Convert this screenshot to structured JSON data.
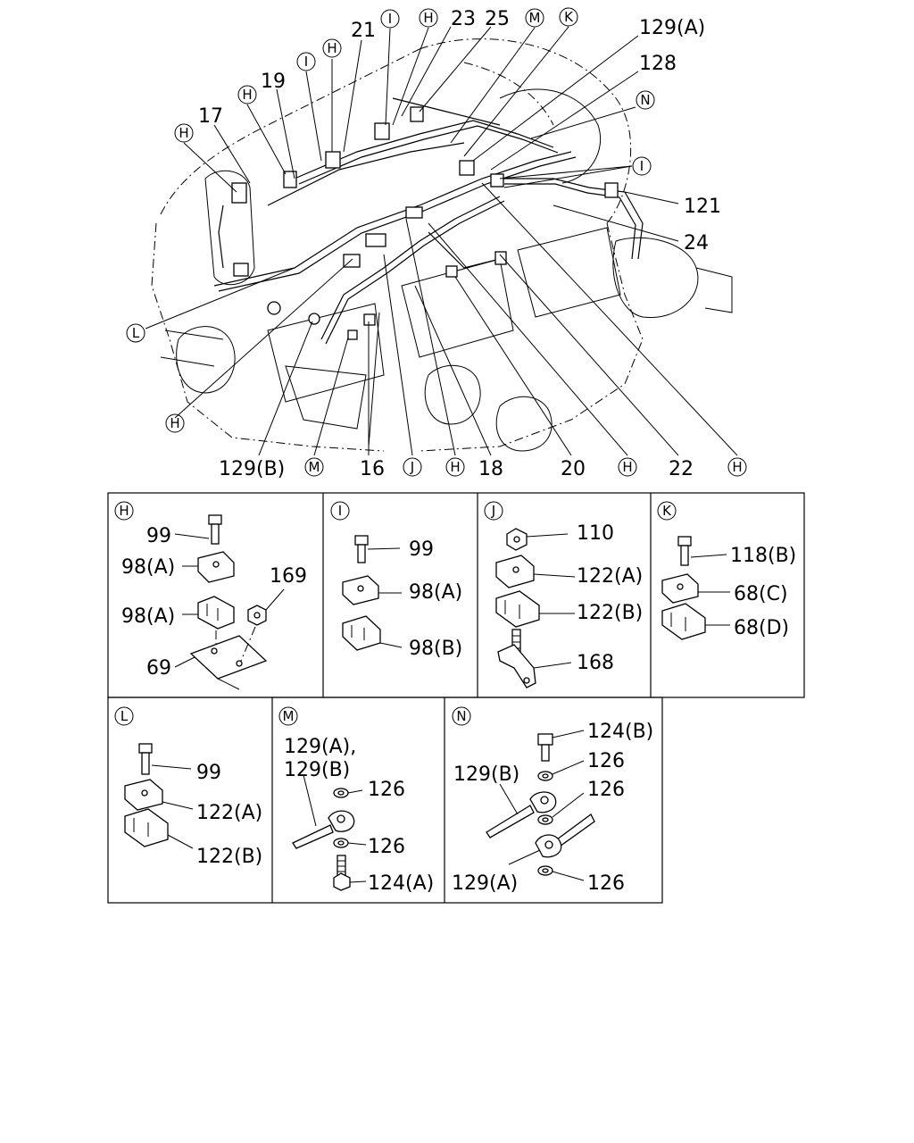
{
  "engine_view": {
    "labels": [
      "21",
      "23",
      "25",
      "129(A)",
      "128",
      "19",
      "17",
      "121",
      "24",
      "129(B)",
      "16",
      "18",
      "20",
      "22"
    ],
    "circle_labels": [
      "I",
      "H",
      "M",
      "K",
      "N",
      "L",
      "J"
    ]
  },
  "detail_h": {
    "title": "H",
    "labels": [
      "99",
      "98(A)",
      "169",
      "98(A)",
      "69"
    ]
  },
  "detail_i": {
    "title": "I",
    "labels": [
      "99",
      "98(A)",
      "98(B)"
    ]
  },
  "detail_j": {
    "title": "J",
    "labels": [
      "110",
      "122(A)",
      "122(B)",
      "168"
    ]
  },
  "detail_k": {
    "title": "K",
    "labels": [
      "118(B)",
      "68(C)",
      "68(D)"
    ]
  },
  "detail_l": {
    "title": "L",
    "labels": [
      "99",
      "122(A)",
      "122(B)"
    ]
  },
  "detail_m": {
    "title": "M",
    "labels": [
      "129(A),",
      "129(B)",
      "126",
      "126",
      "124(A)"
    ]
  },
  "detail_n": {
    "title": "N",
    "labels": [
      "124(B)",
      "126",
      "129(B)",
      "126",
      "129(A)",
      "126"
    ]
  }
}
